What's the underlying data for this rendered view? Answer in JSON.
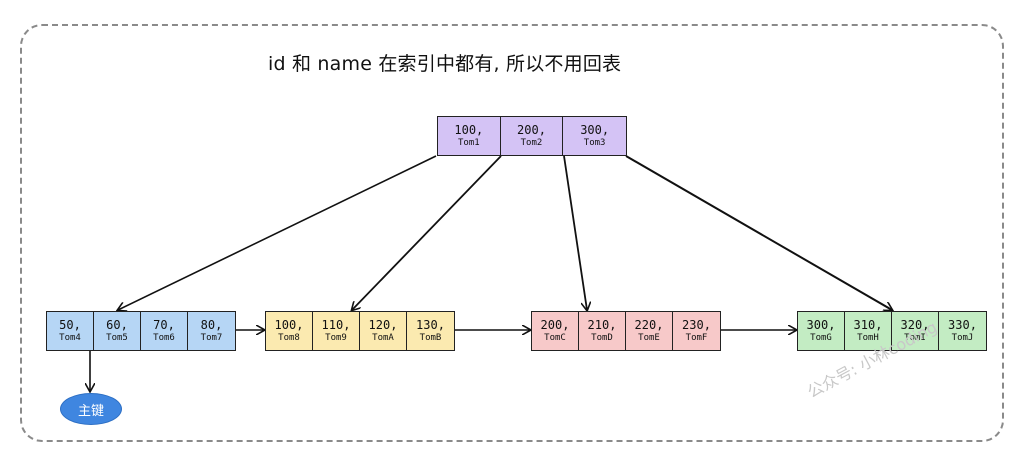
{
  "title": "id 和 name 在索引中都有, 所以不用回表",
  "primary_key_label": "主键",
  "watermark": "公众号: 小林coding",
  "colors": {
    "root": "#d4c3f5",
    "leaf1": "#b6d6f5",
    "leaf2": "#fbeab0",
    "leaf3": "#f7c9c9",
    "leaf4": "#c3ecc3",
    "key": "#3f86e0"
  },
  "nodes": {
    "root": [
      {
        "k": "100,",
        "v": "Tom1"
      },
      {
        "k": "200,",
        "v": "Tom2"
      },
      {
        "k": "300,",
        "v": "Tom3"
      }
    ],
    "leaf1": [
      {
        "k": "50,",
        "v": "Tom4"
      },
      {
        "k": "60,",
        "v": "Tom5"
      },
      {
        "k": "70,",
        "v": "Tom6"
      },
      {
        "k": "80,",
        "v": "Tom7"
      }
    ],
    "leaf2": [
      {
        "k": "100,",
        "v": "Tom8"
      },
      {
        "k": "110,",
        "v": "Tom9"
      },
      {
        "k": "120,",
        "v": "TomA"
      },
      {
        "k": "130,",
        "v": "TomB"
      }
    ],
    "leaf3": [
      {
        "k": "200,",
        "v": "TomC"
      },
      {
        "k": "210,",
        "v": "TomD"
      },
      {
        "k": "220,",
        "v": "TomE"
      },
      {
        "k": "230,",
        "v": "TomF"
      }
    ],
    "leaf4": [
      {
        "k": "300,",
        "v": "TomG"
      },
      {
        "k": "310,",
        "v": "TomH"
      },
      {
        "k": "320,",
        "v": "TomI"
      },
      {
        "k": "330,",
        "v": "TomJ"
      }
    ]
  }
}
